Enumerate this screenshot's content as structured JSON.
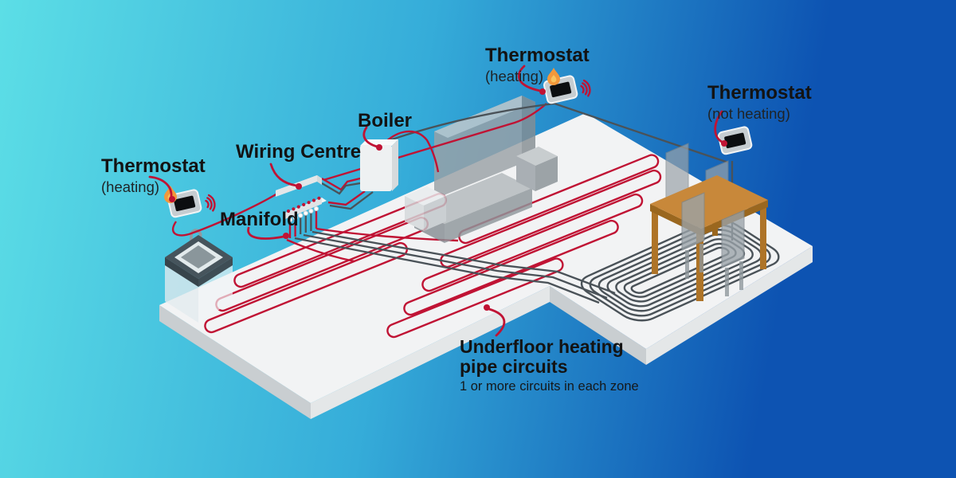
{
  "diagram": {
    "labels": {
      "thermostat_left": {
        "title": "Thermostat",
        "state": "(heating)"
      },
      "thermostat_top": {
        "title": "Thermostat",
        "state": "(heating)"
      },
      "thermostat_right": {
        "title": "Thermostat",
        "state": "(not heating)"
      },
      "wiring_centre": {
        "title": "Wiring Centre"
      },
      "boiler": {
        "title": "Boiler"
      },
      "manifold": {
        "title": "Manifold"
      },
      "underfloor": {
        "title_line1": "Underfloor heating",
        "title_line2": "pipe circuits",
        "note": "1 or more circuits in each zone"
      }
    },
    "icons": {
      "flame": "flame (zone calling for heat)",
      "wifi": "wireless-signal"
    },
    "colors": {
      "bg-left": "#5CDEE6",
      "bg-right": "#0D53B2",
      "pipe-hot": "#C01334",
      "pipe-cold": "#4A5258",
      "floor-top": "#F2F3F4",
      "floor-side-left": "#C9CED1",
      "floor-side-front": "#E4E7E8",
      "wood": "#C8883A",
      "flame-main": "#F2983B",
      "flame-inner": "#F7C35F",
      "label-text": "#131313"
    }
  }
}
